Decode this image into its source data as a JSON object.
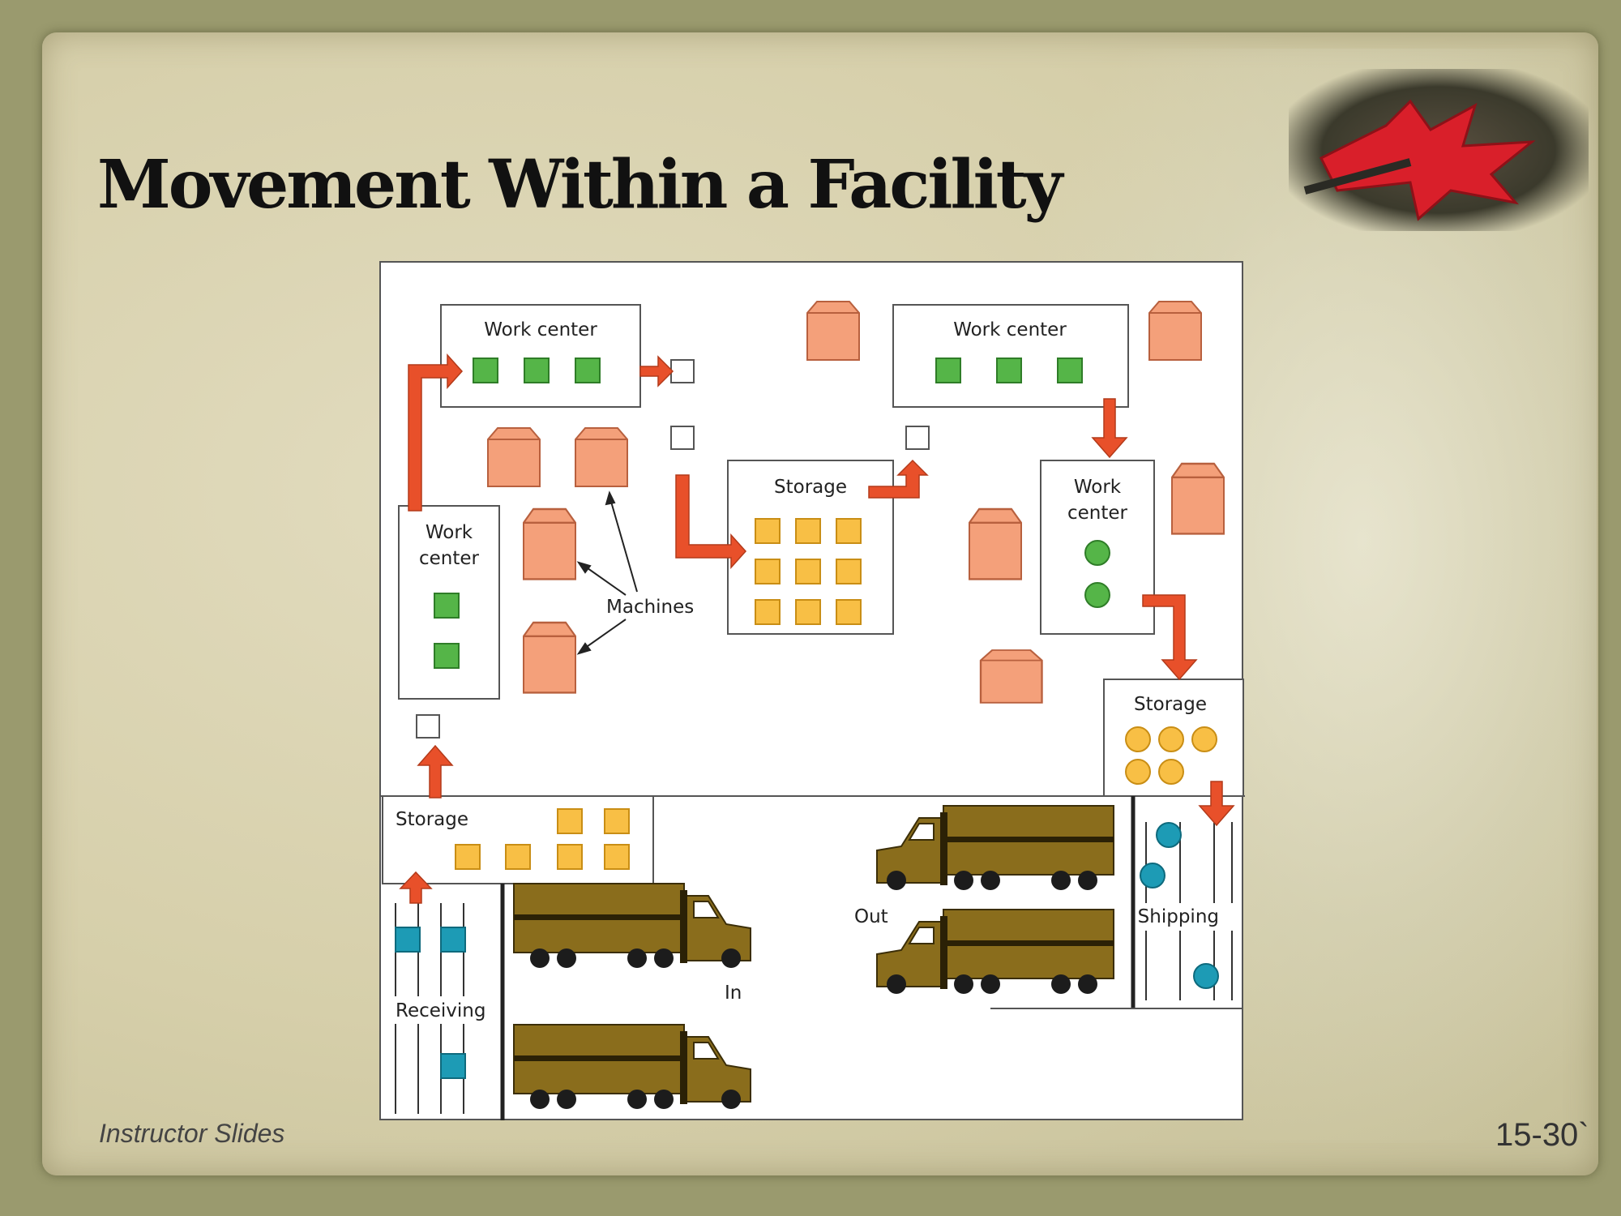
{
  "slide": {
    "title": "Movement Within a Facility",
    "footer_left": "Instructor Slides",
    "page_number": "15-30`"
  },
  "diagram": {
    "labels": {
      "work_center_top_left": "Work center",
      "work_center_top_right": "Work center",
      "work_center_left_1": "Work",
      "work_center_left_2": "center",
      "work_center_right_1": "Work",
      "work_center_right_2": "center",
      "storage_center": "Storage",
      "storage_right": "Storage",
      "storage_bottom": "Storage",
      "machines": "Machines",
      "receiving": "Receiving",
      "shipping": "Shipping",
      "in": "In",
      "out": "Out"
    },
    "colors": {
      "machine": "#f4a07a",
      "machine_stroke": "#b8603e",
      "green_item": "#55b548",
      "yellow_item": "#f8bf45",
      "teal_item": "#1d9bb5",
      "arrow": "#e8502a",
      "truck": "#8a6d1c"
    }
  }
}
